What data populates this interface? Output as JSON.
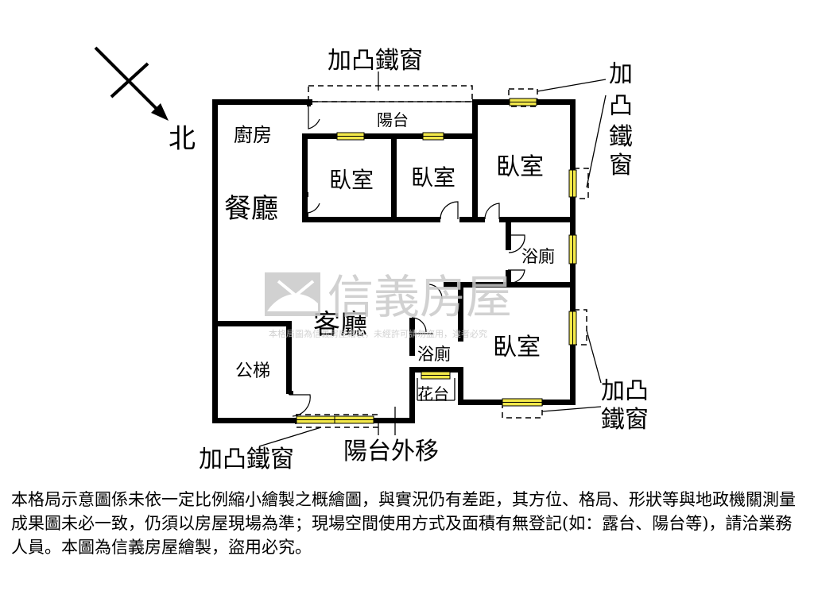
{
  "north_label": "北",
  "rooms": {
    "kitchen": "廚房",
    "dining": "餐廳",
    "balcony": "陽台",
    "bedroom_1": "臥室",
    "bedroom_2": "臥室",
    "bedroom_master": "臥室",
    "bedroom_4": "臥室",
    "bath_1": "浴廁",
    "bath_2": "浴廁",
    "living": "客廳",
    "stairs": "公梯",
    "planter": "花台"
  },
  "callouts": {
    "top_window": "加凸鐵窗",
    "right_top_window_chars": [
      "加",
      "凸",
      "鐵",
      "窗"
    ],
    "right_bottom_window_line1": "加凸",
    "right_bottom_window_line2": "鐵窗",
    "bottom_window": "加凸鐵窗",
    "balcony_moved": "陽台外移"
  },
  "watermark": {
    "brand": "信義房屋",
    "notice": "本格局圖為信義房屋繪製，未經許可請勿盜用，違者必究"
  },
  "disclaimer": "本格局示意圖係未依一定比例縮小繪製之概繪圖，與實況仍有差距，其方位、格局、形狀等與地政機關測量成果圖未必一致，仍須以房屋現場為準；現場空間使用方式及面積有無登記(如：露台、陽台等)，請洽業務人員。本圖為信義房屋繪製，盜用必究。",
  "colors": {
    "wall": "#000000",
    "window": "#f2e84a",
    "watermark": "#c9c9c9"
  }
}
